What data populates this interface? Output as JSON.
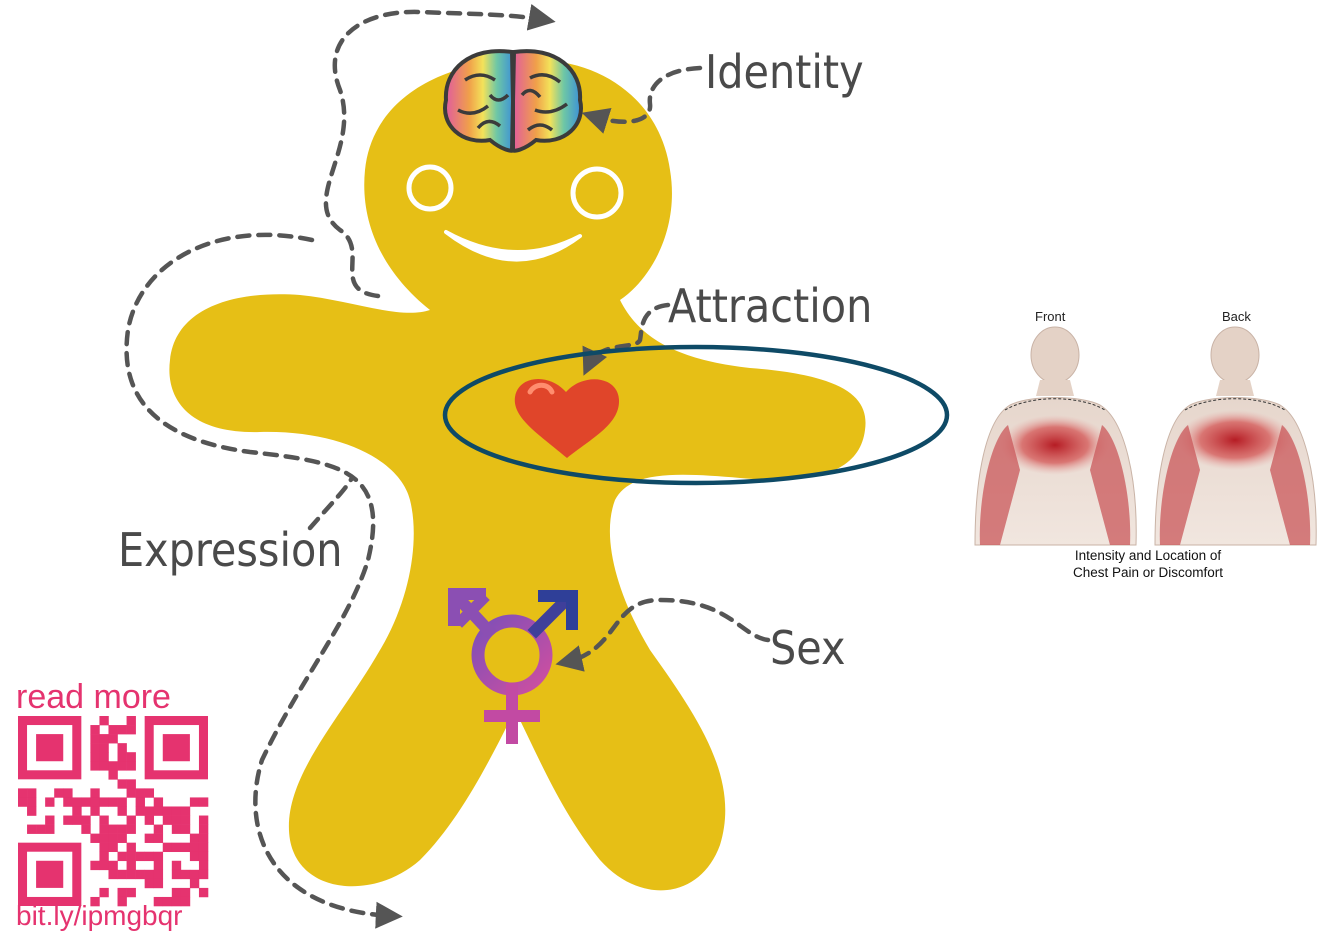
{
  "colors": {
    "body": "#e6bf16",
    "dash": "#555555",
    "ellipse": "#0e4a66",
    "heart": "#e0452a",
    "qr": "#e5336f",
    "symbol_purple": "#8b4fb3",
    "symbol_pink": "#c24aa3",
    "symbol_blue": "#2f3f98"
  },
  "labels": {
    "identity": "Identity",
    "attraction": "Attraction",
    "expression": "Expression",
    "sex": "Sex"
  },
  "icons": {
    "brain": "rainbow-brain-icon",
    "heart": "heart-icon",
    "gender": "transgender-symbol-icon"
  },
  "qr": {
    "top_text": "read more",
    "bottom_text": "bit.ly/ipmgbqr"
  },
  "chest_figure": {
    "front_label": "Front",
    "back_label": "Back",
    "caption_line1": "Intensity and Location of",
    "caption_line2": "Chest Pain or Discomfort"
  }
}
